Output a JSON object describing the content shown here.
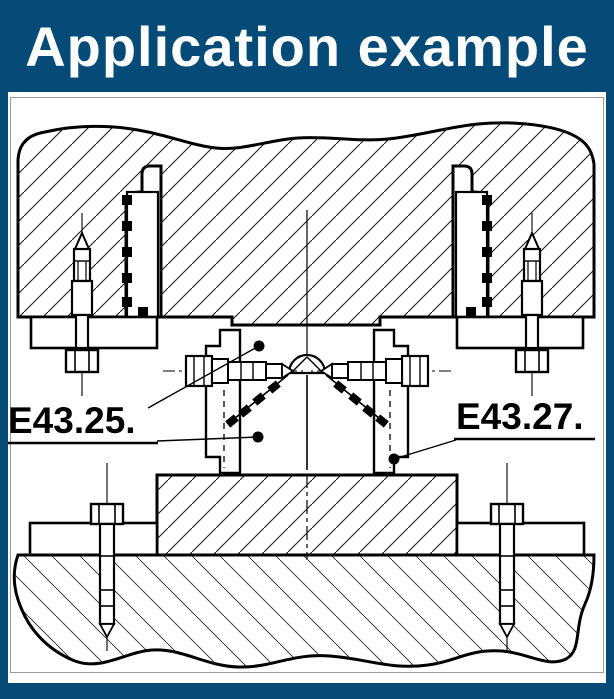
{
  "header": {
    "title": "Application example",
    "bg_color": "#064a77",
    "text_color": "#fbfdff"
  },
  "drawing": {
    "labels": [
      {
        "text": "E43.25."
      },
      {
        "text": "E43.27."
      }
    ],
    "stroke_color": "#000000",
    "paper_color": "#ffffff",
    "frame_color": "#064a77",
    "inner_border_color": "#9a9a9a"
  }
}
